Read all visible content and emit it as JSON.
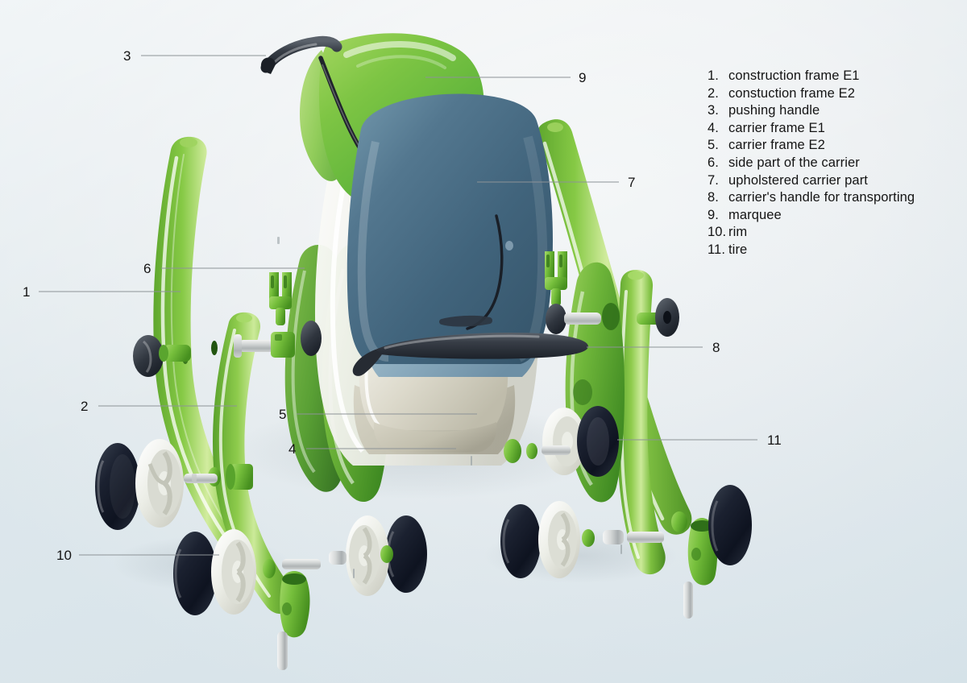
{
  "diagram": {
    "title": "exploded view of a stroller / baby carrier",
    "background_color": "#eceff1",
    "accent_green": "#7cc142",
    "canopy_green": "#6dbe45",
    "seat_blue": "#4b6d85",
    "tire_color": "#161c26",
    "rim_color": "#e8e9e3",
    "frame_cream": "#d9d6c8",
    "handle_dark": "#2f3338",
    "leader_line_color": "#8d9397",
    "text_color": "#141414"
  },
  "legend": {
    "items": [
      {
        "num": "1.",
        "label": "construction frame E1"
      },
      {
        "num": "2.",
        "label": "constuction frame E2"
      },
      {
        "num": "3.",
        "label": "pushing handle"
      },
      {
        "num": "4.",
        "label": "carrier frame E1"
      },
      {
        "num": "5.",
        "label": "carrier frame E2"
      },
      {
        "num": "6.",
        "label": "side part of the carrier"
      },
      {
        "num": "7.",
        "label": "upholstered carrier part"
      },
      {
        "num": "8.",
        "label": "carrier's handle for transporting"
      },
      {
        "num": "9.",
        "label": "marquee"
      },
      {
        "num": "10.",
        "label": "rim"
      },
      {
        "num": "11.",
        "label": "tire"
      }
    ]
  },
  "callouts": [
    {
      "id": "1",
      "number": "1",
      "target": "construction frame E1"
    },
    {
      "id": "2",
      "number": "2",
      "target": "constuction frame E2"
    },
    {
      "id": "3",
      "number": "3",
      "target": "pushing handle"
    },
    {
      "id": "4",
      "number": "4",
      "target": "carrier frame E1"
    },
    {
      "id": "5",
      "number": "5",
      "target": "carrier frame E2"
    },
    {
      "id": "6",
      "number": "6",
      "target": "side part of the carrier"
    },
    {
      "id": "7",
      "number": "7",
      "target": "upholstered carrier part"
    },
    {
      "id": "8",
      "number": "8",
      "target": "carrier's handle for transporting"
    },
    {
      "id": "9",
      "number": "9",
      "target": "marquee"
    },
    {
      "id": "10",
      "number": "10",
      "target": "rim"
    },
    {
      "id": "11",
      "number": "11",
      "target": "tire"
    }
  ]
}
